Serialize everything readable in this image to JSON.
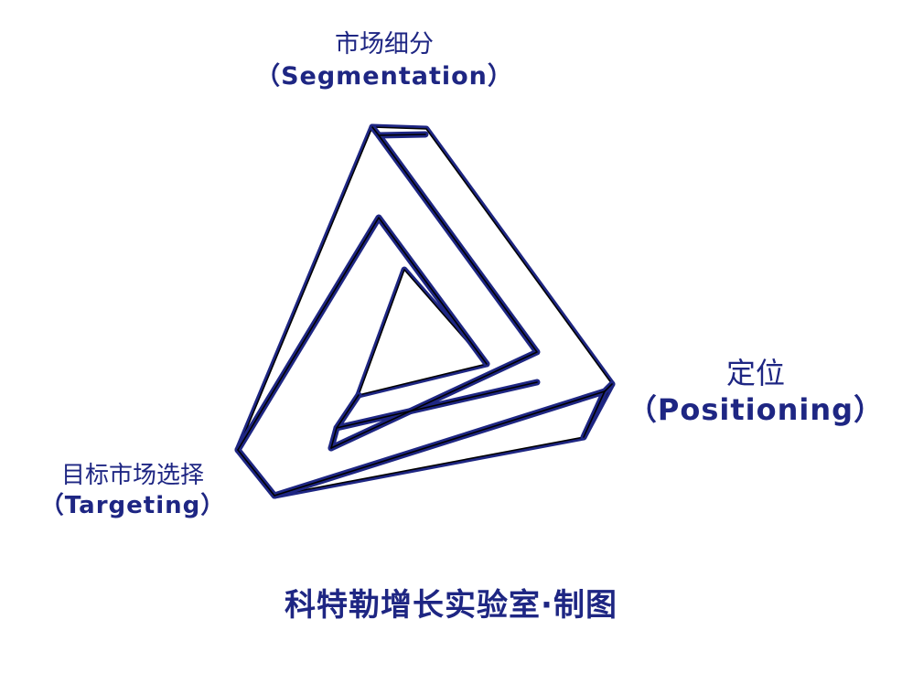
{
  "labels": {
    "segmentation": {
      "zh": "市场细分",
      "en": "（Segmentation）"
    },
    "positioning": {
      "zh": "定位",
      "en": "（Positioning）"
    },
    "targeting": {
      "zh": "目标市场选择",
      "en": "（Targeting）"
    }
  },
  "footer": {
    "text": "科特勒增长实验室·制图"
  },
  "colors": {
    "stroke_outer": "#1e2683",
    "stroke_inner": "#000000",
    "text": "#1e2683",
    "fill": "#ffffff"
  }
}
